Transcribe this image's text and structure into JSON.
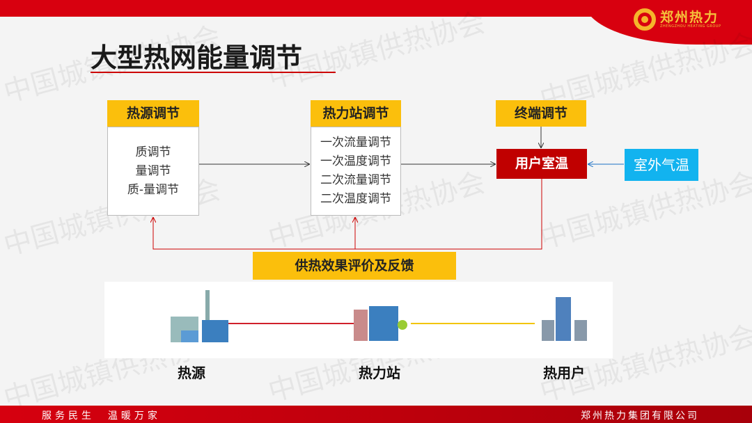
{
  "brand": {
    "name": "郑州热力",
    "subtitle": "ZHENGZHOU HEATING GROUP",
    "accent": "#d8000f",
    "yellow": "#fbbf0c"
  },
  "watermark": "中国城镇供热协会",
  "title": "大型热网能量调节",
  "boxes": {
    "source": {
      "header": "热源调节",
      "items": [
        "质调节",
        "量调节",
        "质-量调节"
      ]
    },
    "station": {
      "header": "热力站调节",
      "items": [
        "一次流量调节",
        "一次温度调节",
        "二次流量调节",
        "二次温度调节"
      ]
    },
    "terminal": {
      "header": "终端调节"
    },
    "room": "用户室温",
    "outdoor": "室外气温",
    "feedback": "供热效果评价及反馈"
  },
  "illustration": {
    "labels": [
      "热源",
      "热力站",
      "热用户"
    ]
  },
  "footer": {
    "slogan": "服务民生  温暖万家",
    "company": "郑州热力集团有限公司"
  }
}
